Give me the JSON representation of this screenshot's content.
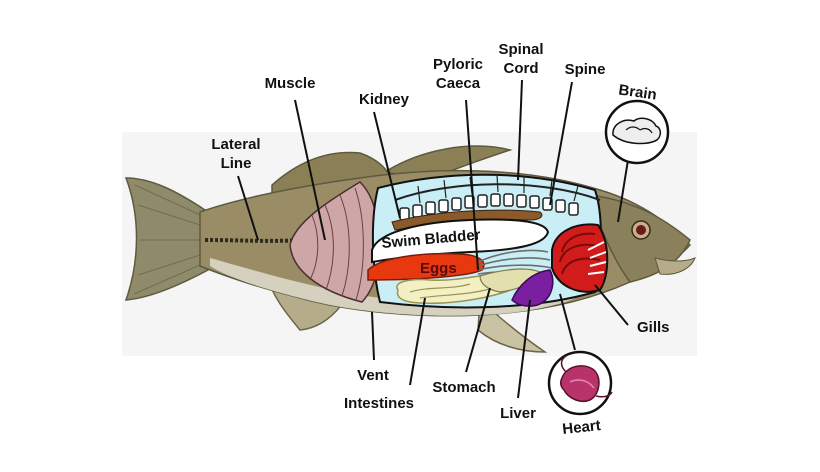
{
  "labels": {
    "muscle": "Muscle",
    "kidney": "Kidney",
    "pyloric_caeca_line1": "Pyloric",
    "pyloric_caeca_line2": "Caeca",
    "spinal_cord_line1": "Spinal",
    "spinal_cord_line2": "Cord",
    "spine": "Spine",
    "brain": "Brain",
    "lateral_line_line1": "Lateral",
    "lateral_line_line2": "Line",
    "gills": "Gills",
    "vent": "Vent",
    "intestines": "Intestines",
    "stomach": "Stomach",
    "liver": "Liver",
    "heart": "Heart",
    "swim_bladder": "Swim Bladder",
    "eggs": "Eggs"
  },
  "colors": {
    "backdrop": "#f5f5f5",
    "fish_body": "#9a8d66",
    "fish_belly": "#dcd8c8",
    "cavity": "#c9eef6",
    "muscle": "#cea6a8",
    "swim_bladder": "#ffffff",
    "eggs": "#e8380f",
    "intestines": "#f4f0c4",
    "liver": "#7a1fa0",
    "gills": "#d21c1c",
    "heart": "#b8336a"
  }
}
